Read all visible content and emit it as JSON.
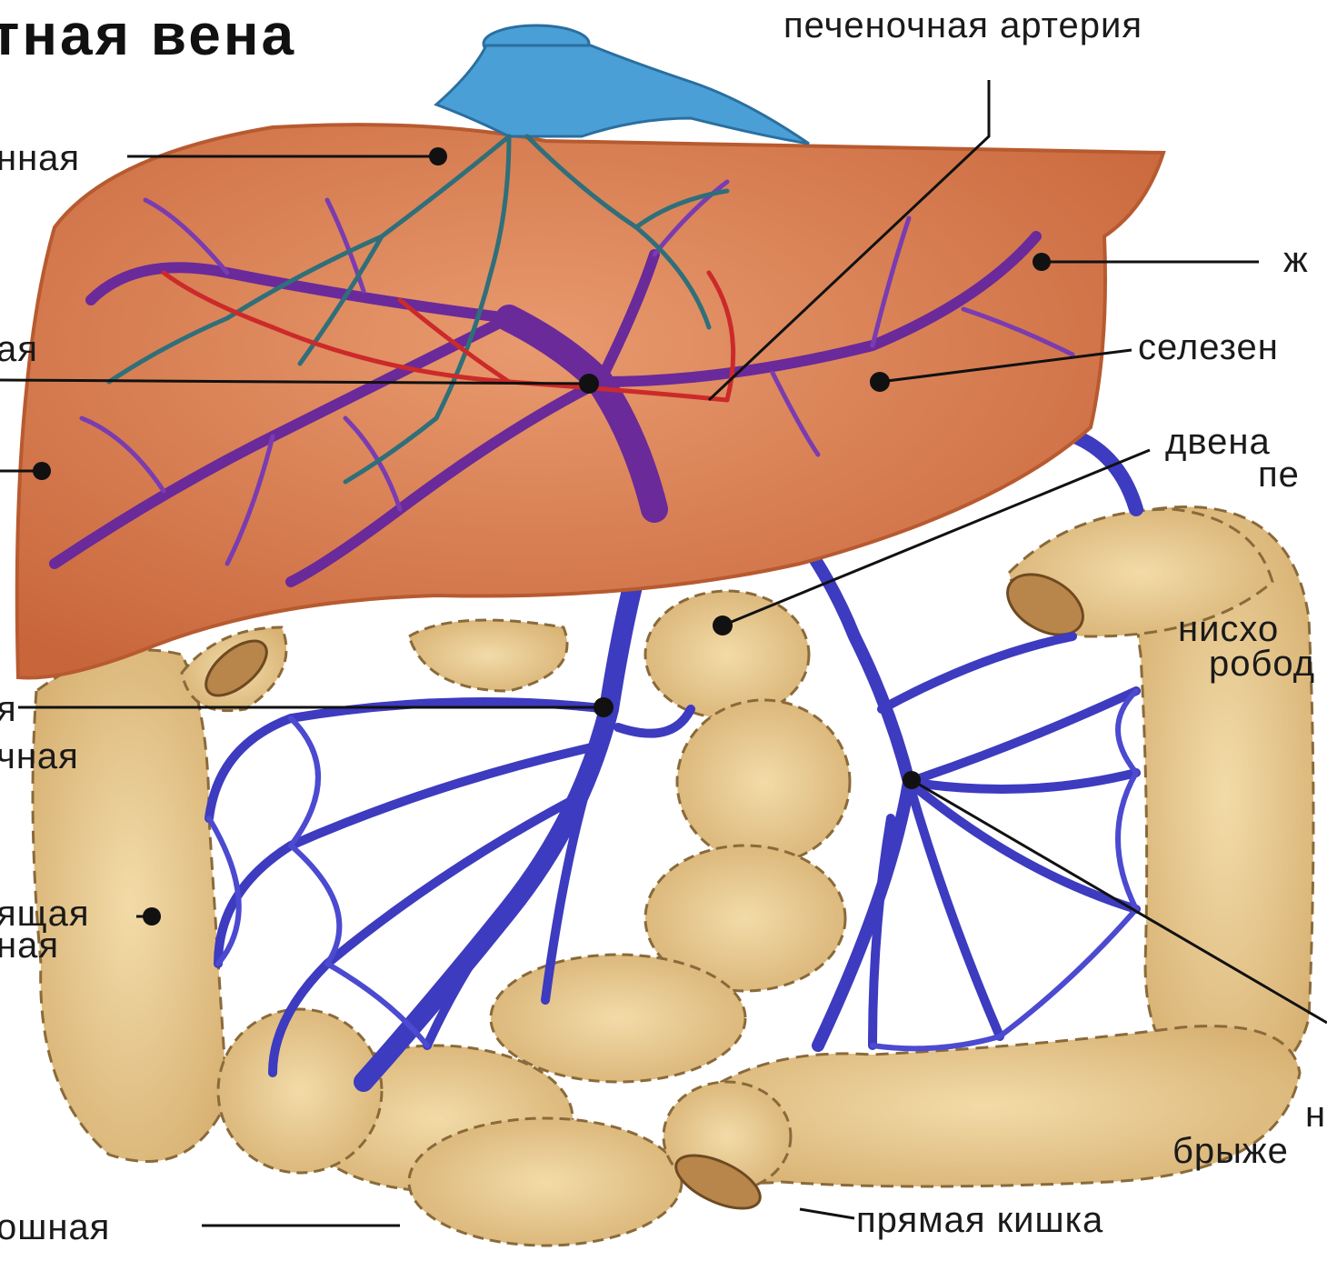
{
  "title": "тная вена",
  "labels": {
    "hepatic_artery": "печеночная артерия",
    "hepatic_vein": "нная",
    "portal": "ая",
    "liver_mark": "ж",
    "splenic": "селезен",
    "duodenum_1": "двена",
    "duodenum_2": "пе",
    "descending_colon_1": "нисхо",
    "descending_colon_2": "робод",
    "sup_mesenteric_1": "я",
    "sup_mesenteric_2": "чная",
    "ascending_1": "ящая",
    "ascending_2": "ная",
    "inf_mesenteric_1": "н",
    "inf_mesenteric_2": "брыже",
    "rectum": "прямая кишка",
    "bottom_left": "ошная"
  },
  "colors": {
    "liver": "#d9774a",
    "liver_dark": "#b85a30",
    "vein": "#3d3bbf",
    "portal_vein": "#6a2a9a",
    "artery": "#cc2a2a",
    "biliary": "#2f6f7a",
    "vena_cava": "#4a9fd6",
    "intestine": "#e8c890",
    "intestine_dark": "#c9a165",
    "leader": "#111111"
  }
}
